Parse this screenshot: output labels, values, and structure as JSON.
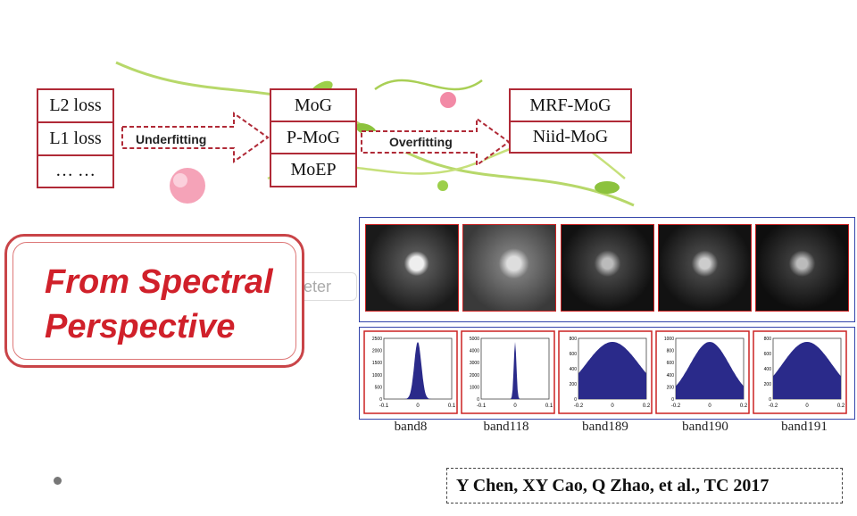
{
  "loss_box": {
    "items": [
      "L2 loss",
      "L1 loss",
      "… …"
    ]
  },
  "arrow_underfitting": {
    "label": "Underfitting"
  },
  "mog_box": {
    "items": [
      "MoG",
      "P-MoG",
      "MoEP"
    ]
  },
  "arrow_overfitting": {
    "label": "Overfitting"
  },
  "mrf_box": {
    "items": [
      "MRF-MoG",
      "Niid-MoG"
    ]
  },
  "perspective": {
    "line1": "From Spectral",
    "line2": "Perspective"
  },
  "ghost_text": "Deter",
  "bands": [
    "band8",
    "band118",
    "band189",
    "band190",
    "band191"
  ],
  "histograms": [
    {
      "xticks": [
        "-0.1",
        "0",
        "0.1"
      ],
      "yticks": [
        "2500",
        "2000",
        "1500",
        "1000",
        "500",
        "0"
      ]
    },
    {
      "xticks": [
        "-0.1",
        "0",
        "0.1"
      ],
      "yticks": [
        "5000",
        "4000",
        "3000",
        "2000",
        "1000",
        "0"
      ]
    },
    {
      "xticks": [
        "-0.2",
        "0",
        "0.2"
      ],
      "yticks": [
        "800",
        "600",
        "400",
        "200",
        "0"
      ]
    },
    {
      "xticks": [
        "-0.2",
        "0",
        "0.2"
      ],
      "yticks": [
        "1000",
        "800",
        "600",
        "400",
        "200",
        "0"
      ]
    },
    {
      "xticks": [
        "-0.2",
        "0",
        "0.2"
      ],
      "yticks": [
        "800",
        "600",
        "400",
        "200",
        "0"
      ]
    }
  ],
  "citation": "Y Chen, XY Cao, Q Zhao, et al., TC 2017",
  "colors": {
    "accent_red": "#b02a37",
    "title_red": "#d0202a",
    "panel_blue": "#3344aa",
    "hist_fill": "#2a2a8a"
  }
}
